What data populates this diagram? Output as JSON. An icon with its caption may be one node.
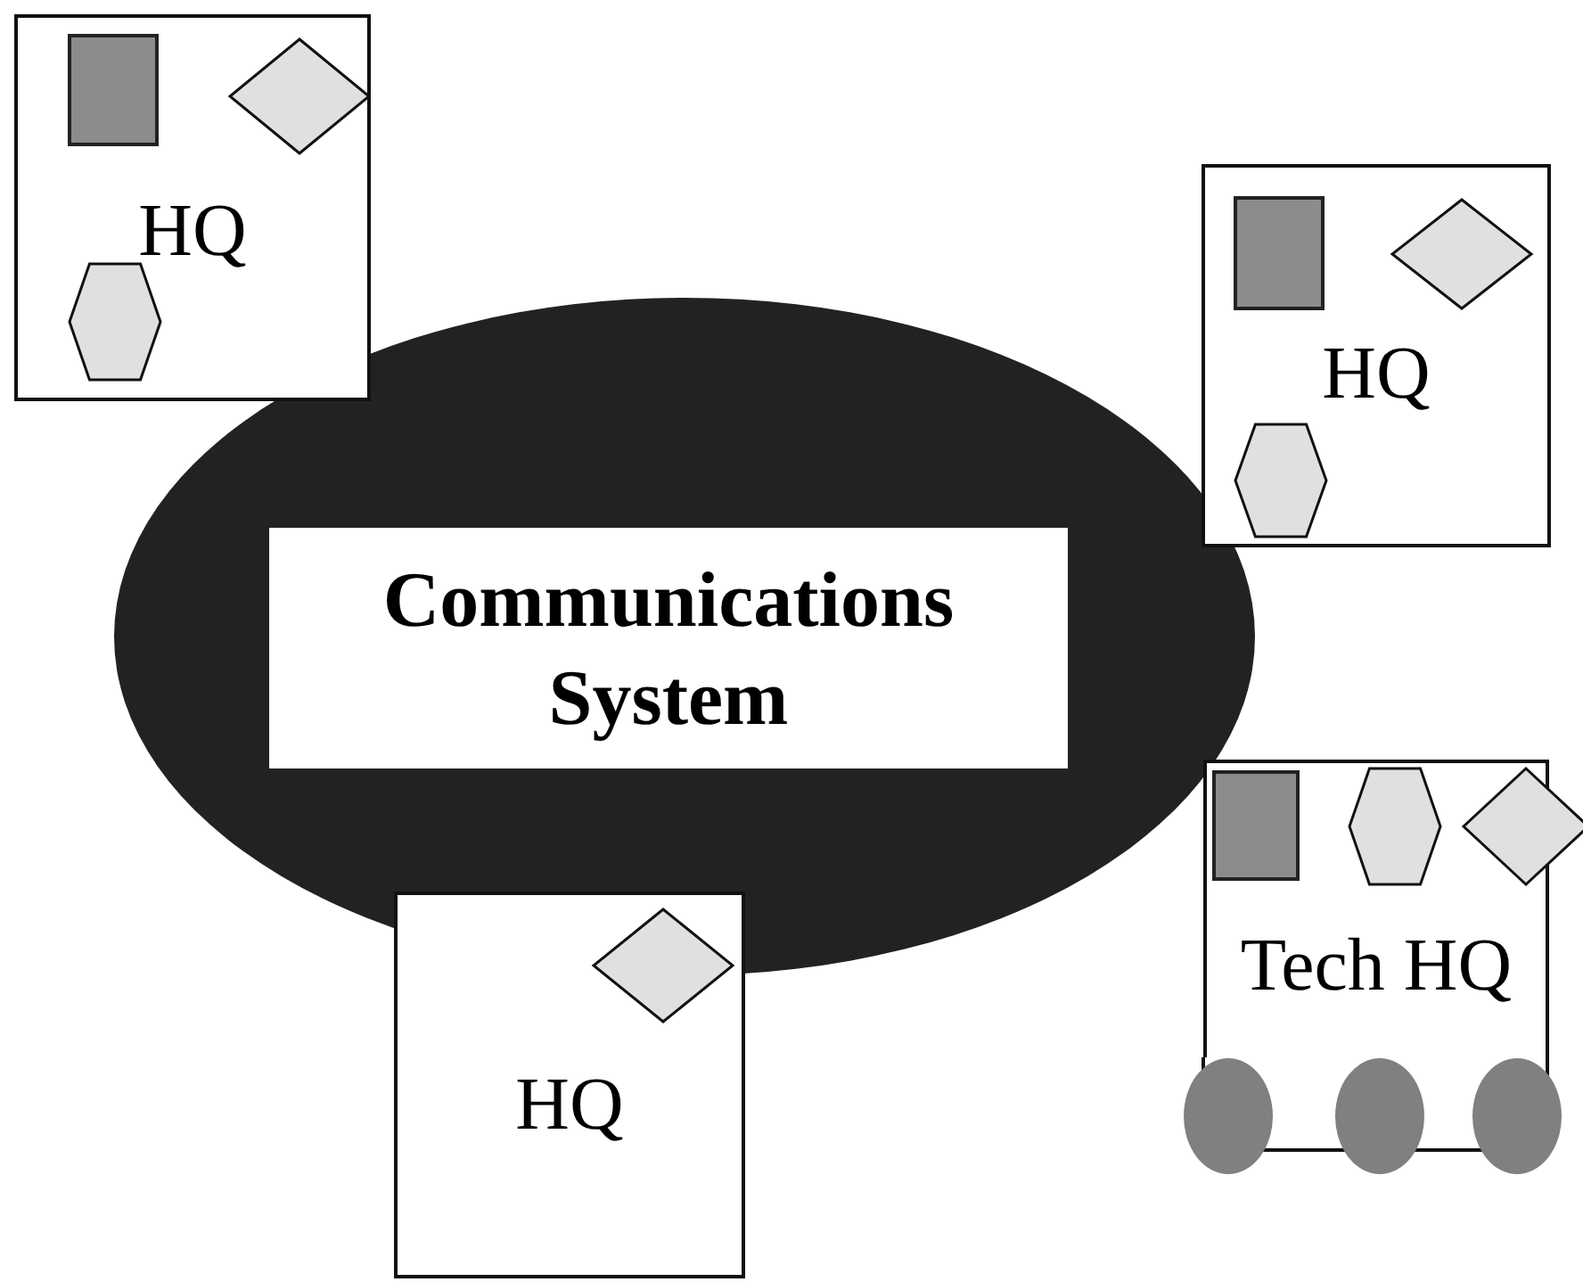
{
  "diagram": {
    "nodes": [
      {
        "text": [
          "HQ"
        ]
      },
      {
        "text": [
          "HQ"
        ]
      },
      {
        "text": [],
        "shape": "ellipse"
      },
      {
        "text": [
          "Communications System"
        ],
        "in": 2
      },
      {
        "text": [
          "HQ"
        ]
      },
      {
        "text": [
          "Tech HQ"
        ]
      }
    ]
  }
}
